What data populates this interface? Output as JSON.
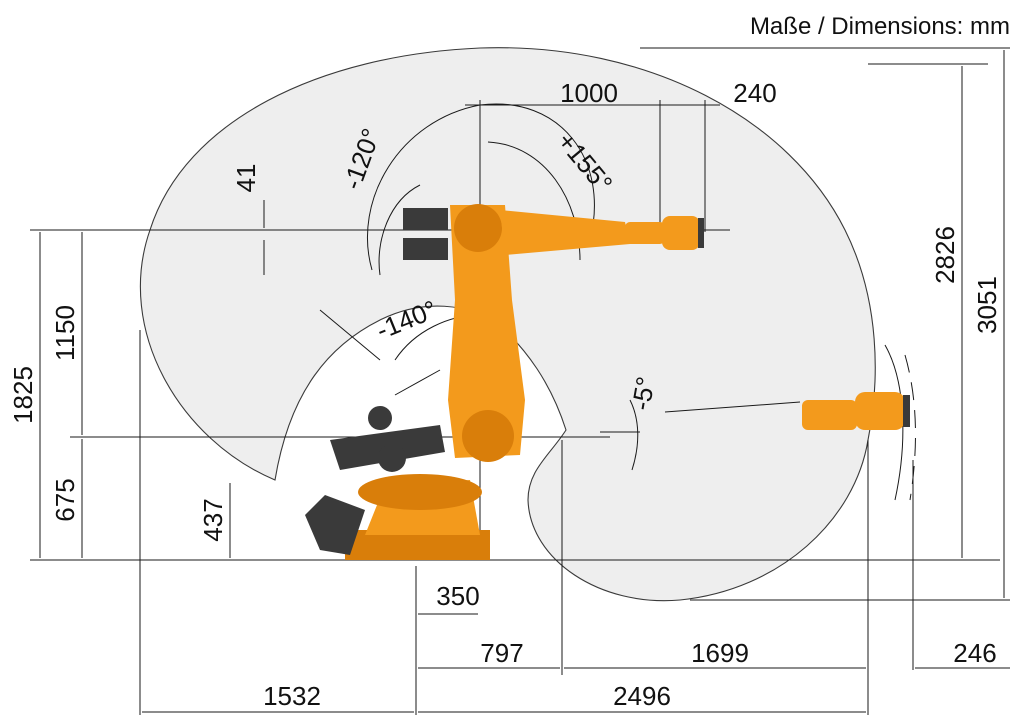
{
  "header": {
    "units_title": "Maße / Dimensions: mm"
  },
  "dimensions": {
    "d1000": "1000",
    "d240": "240",
    "d41": "41",
    "d1150": "1150",
    "d1825": "1825",
    "d675": "675",
    "d437": "437",
    "d350": "350",
    "d797": "797",
    "d1699": "1699",
    "d246": "246",
    "d1532": "1532",
    "d2496": "2496",
    "d2826": "2826",
    "d3051": "3051"
  },
  "angles": {
    "a_m120": "-120°",
    "a_p155": "+155°",
    "a_m140": "-140°",
    "a_m5": "-5°"
  },
  "colors": {
    "robot_orange": "#f39a1c",
    "robot_shade": "#d97e0a",
    "motor_dark": "#3a3a3a",
    "envelope_fill": "#eeeeee",
    "line": "#1a1a1a"
  }
}
